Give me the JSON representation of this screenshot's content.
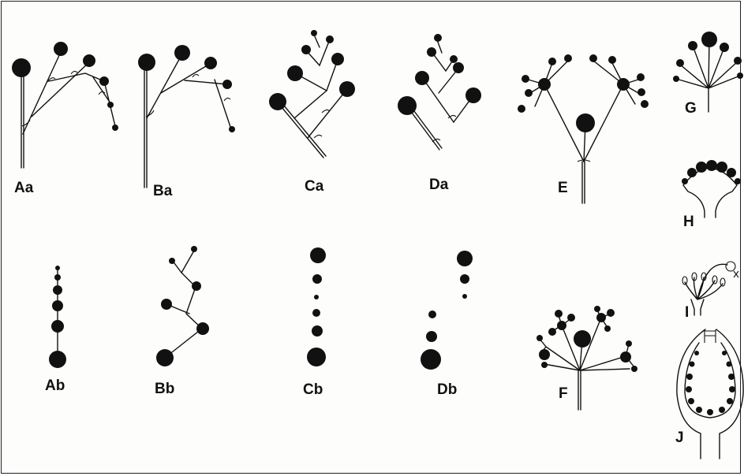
{
  "figure": {
    "panels": [
      {
        "id": "Aa",
        "label": "Aa"
      },
      {
        "id": "Ba",
        "label": "Ba"
      },
      {
        "id": "Ca",
        "label": "Ca"
      },
      {
        "id": "Da",
        "label": "Da"
      },
      {
        "id": "E",
        "label": "E"
      },
      {
        "id": "G",
        "label": "G"
      },
      {
        "id": "H",
        "label": "H"
      },
      {
        "id": "Ab",
        "label": "Ab"
      },
      {
        "id": "Bb",
        "label": "Bb"
      },
      {
        "id": "Cb",
        "label": "Cb"
      },
      {
        "id": "Db",
        "label": "Db"
      },
      {
        "id": "F",
        "label": "F"
      },
      {
        "id": "I",
        "label": "I"
      },
      {
        "id": "J",
        "label": "J"
      }
    ]
  },
  "colors": {
    "ink": "#111111",
    "paper": "#fdfdfb",
    "border": "#222222"
  }
}
